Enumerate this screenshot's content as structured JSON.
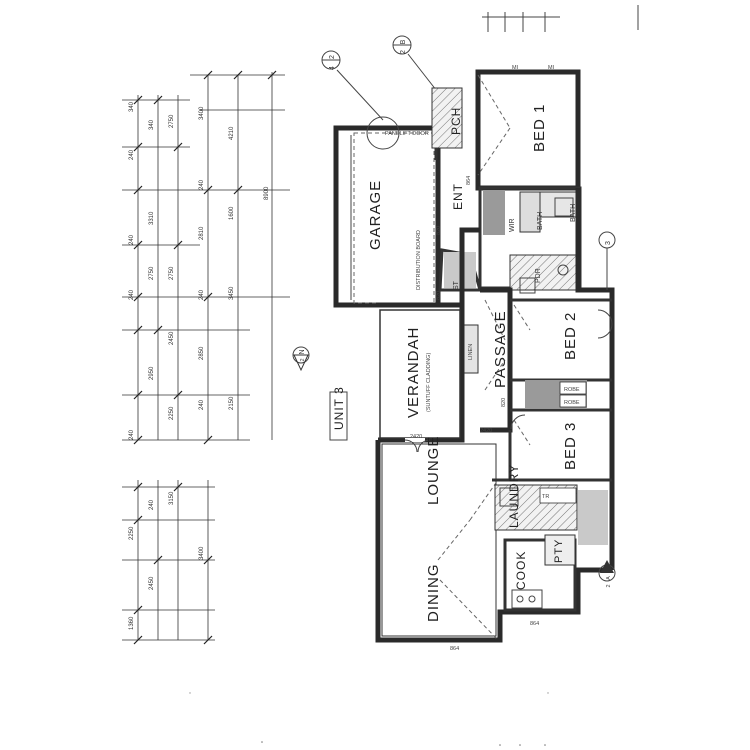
{
  "unit_label": "UNIT 3",
  "rooms": {
    "garage": "GARAGE",
    "panelift_door": "PANELIFT DOOR",
    "distribution_board": "DISTRIBUTION BOARD",
    "pch": "PCH",
    "ent": "ENT",
    "bed1": "BED 1",
    "bath1": "BATH",
    "bath2": "BATH",
    "wir": "WIR",
    "pdr": "PDR",
    "st": "ST",
    "linen": "LINEN",
    "verandah": "VERANDAH",
    "verandah_sub": "(SUNTUFF CLADDING)",
    "passage": "PASSAGE",
    "bed2": "BED 2",
    "bed3": "BED 3",
    "robe1": "ROBE",
    "robe2": "ROBE",
    "lounge": "LOUNGE",
    "laundry": "LAUNDRY",
    "cook": "COOK",
    "pty": "PTY",
    "dining": "DINING",
    "tr": "TR"
  },
  "markers": {
    "section_a_top": "2",
    "section_a_bottom": "4",
    "section_b_letter": "B",
    "section_b_num": "2",
    "section_c": "3",
    "north": "N",
    "n_num": "2",
    "a_marker": "A",
    "a_num": "2"
  },
  "dimensions": {
    "col1": [
      "340",
      "240",
      "340",
      "2750",
      "240",
      "2950",
      "2450",
      "240",
      "2250",
      "1360"
    ],
    "col2": [
      "2750",
      "3310",
      "2750",
      "2250",
      "240",
      "3150",
      "2450"
    ],
    "col3": [
      "3400",
      "240",
      "2810",
      "240",
      "2850",
      "240",
      "3400"
    ],
    "col4": [
      "4210",
      "1600",
      "3450",
      "2150",
      "8900"
    ],
    "misc": [
      "820",
      "820",
      "864",
      "820",
      "2420",
      "2420",
      "864",
      "864"
    ]
  }
}
